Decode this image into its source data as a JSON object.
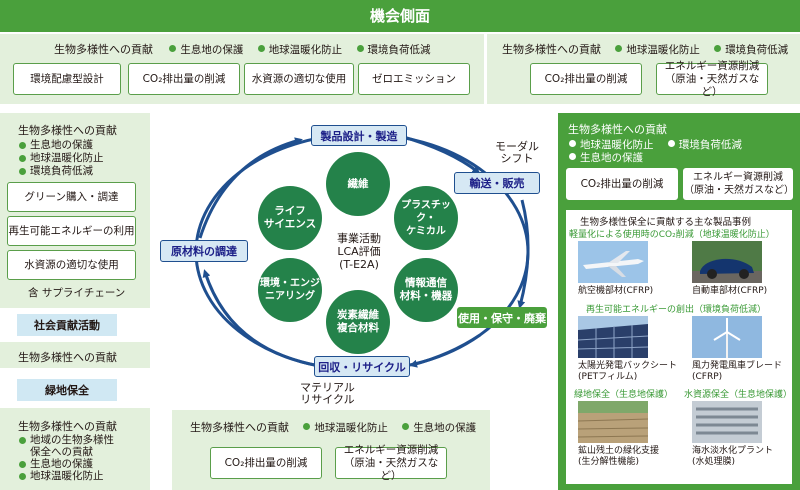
{
  "header": {
    "title": "機会側面"
  },
  "top_left": {
    "title": "生物多様性への貢献",
    "bullets": [
      "生息地の保護",
      "地球温暖化防止",
      "環境負荷低減"
    ],
    "boxes": [
      "環境配慮型設計",
      "CO₂排出量の削減",
      "水資源の適切な使用",
      "ゼロエミッション"
    ]
  },
  "top_right": {
    "title": "生物多様性への貢献",
    "bullets": [
      "地球温暖化防止",
      "環境負荷低減"
    ],
    "boxes": [
      "CO₂排出量の削減",
      "エネルギー資源削減\n（原油・天然ガスなど）"
    ]
  },
  "left_panel": {
    "title": "生物多様性への貢献",
    "bullets": [
      "生息地の保護",
      "地球温暖化防止",
      "環境負荷低減"
    ],
    "boxes": [
      "グリーン購入・調達",
      "再生可能エネルギーの利用",
      "水資源の適切な使用"
    ],
    "note": "含 サプライチェーン"
  },
  "social": {
    "heading": "社会貢献活動",
    "text": "生物多様性への貢献"
  },
  "greening": {
    "heading": "緑地保全",
    "title": "生物多様性への貢献",
    "bullets": [
      "地域の生物多様性\n保全への貢献",
      "生息地の保護",
      "地球温暖化防止"
    ]
  },
  "bottom_center": {
    "title": "生物多様性への貢献",
    "bullets": [
      "地球温暖化防止",
      "生息地の保護"
    ],
    "boxes": [
      "CO₂排出量の削減",
      "エネルギー資源削減\n（原油・天然ガスなど）"
    ]
  },
  "cycle": {
    "stages": {
      "design": "製品設計・製造",
      "logistics": "輸送・販売",
      "use": "使用・保守・廃棄",
      "recycle": "回収・リサイクル",
      "materials": "原材料の調達"
    },
    "notes": {
      "modal_shift": "モーダル\nシフト",
      "material_recycle": "マテリアル\nリサイクル"
    },
    "center": "事業活動\nLCA評価\n(T-E2A)",
    "segments": [
      "繊維",
      "プラスチック・\nケミカル",
      "情報通信\n材料・機器",
      "炭素繊維\n複合材料",
      "環境・エンジ\nニアリング",
      "ライフ\nサイエンス"
    ]
  },
  "right_panel": {
    "title": "生物多様性への貢献",
    "bullets_row1": [
      "地球温暖化防止",
      "環境負荷低減"
    ],
    "bullets_row2": [
      "生息地の保護"
    ],
    "boxes": [
      "CO₂排出量の削減",
      "エネルギー資源削減\n（原油・天然ガスなど）"
    ],
    "examples": {
      "title": "生物多様性保全に貢献する主な製品事例",
      "cat1": "軽量化による使用時のCO₂削減（地球温暖化防止）",
      "cat2": "再生可能エネルギーの創出（環境負荷低減）",
      "cat3a": "緑地保全（生息地保護）",
      "cat3b": "水資源保全（生息地保護）",
      "items": [
        "航空機部材(CFRP)",
        "自動車部材(CFRP)",
        "太陽光発電バックシート\n(PETフィルム)",
        "風力発電風車ブレード\n(CFRP)",
        "鉱山残土の緑化支援\n(生分解性機能)",
        "海水淡水化プラント\n(水処理膜)"
      ]
    }
  },
  "colors": {
    "header": "#4aa03c",
    "panel_bg": "#e3f0dc",
    "node_green": "#24824a",
    "arrow_blue": "#1f4f8f",
    "accent_text": "#3a9a36"
  }
}
